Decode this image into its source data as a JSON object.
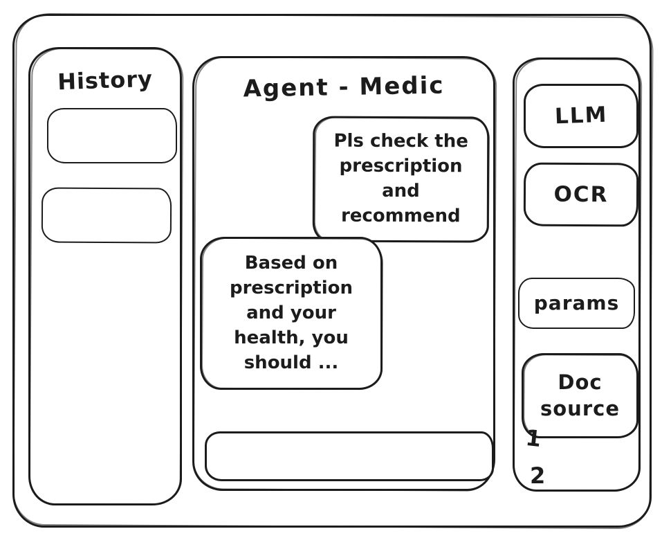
{
  "history": {
    "title": "History",
    "items": [
      {
        "label": ""
      },
      {
        "label": ""
      }
    ]
  },
  "chat": {
    "title": "Agent - Medic",
    "messages": [
      {
        "role": "user",
        "text": "Pls check the prescription and recommend"
      },
      {
        "role": "agent",
        "text": "Based on prescription and your health, you should ..."
      }
    ],
    "input": {
      "value": "",
      "placeholder": ""
    }
  },
  "tools": {
    "buttons": [
      {
        "label": "LLM"
      },
      {
        "label": "OCR"
      },
      {
        "label": "params"
      },
      {
        "label": "Doc source"
      }
    ],
    "doc_source_items": [
      "1",
      "2"
    ]
  },
  "colors": {
    "ink": "#1c1c1c",
    "background": "#ffffff"
  }
}
